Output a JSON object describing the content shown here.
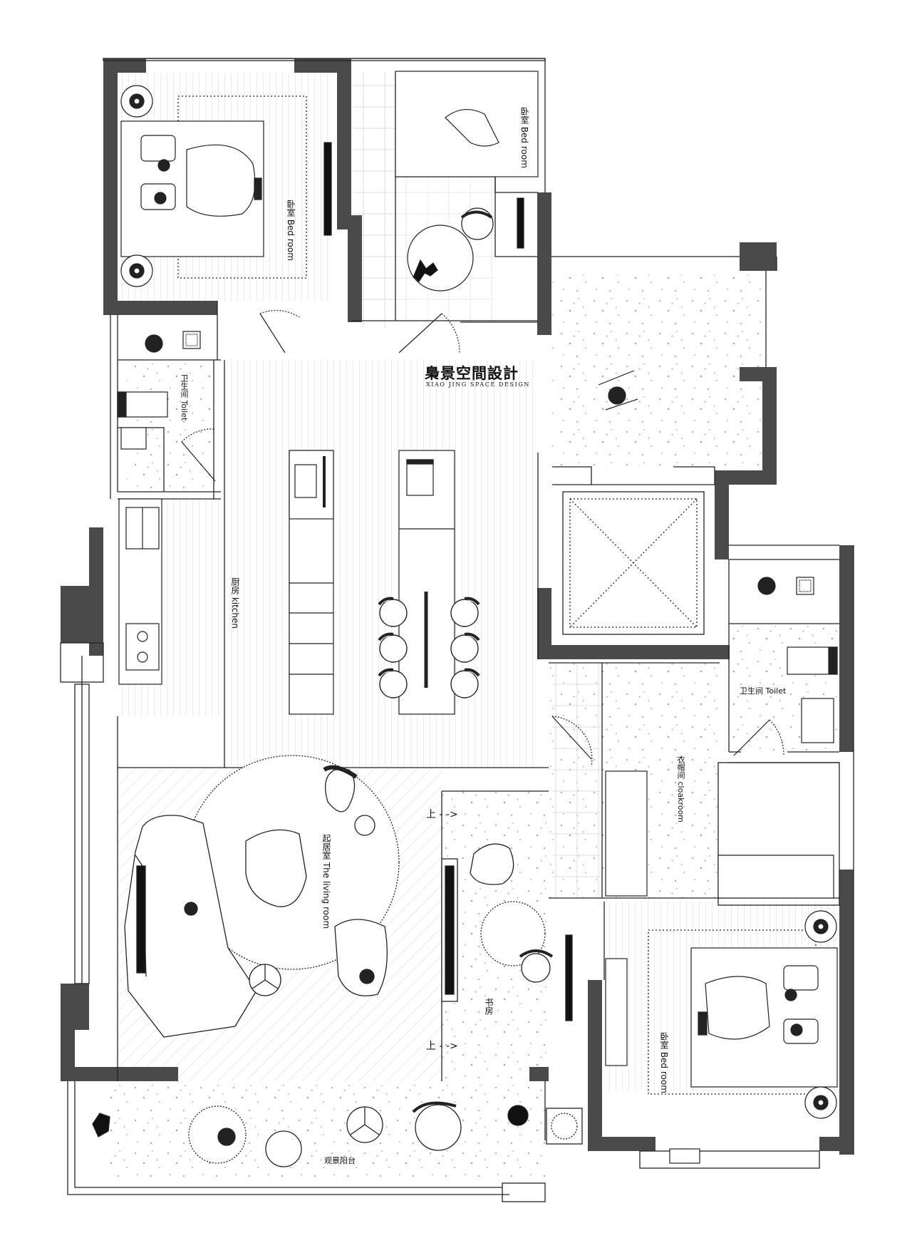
{
  "brand": {
    "name_cn": "梟景空間設計",
    "name_en": "XIAO JING SPACE DESIGN"
  },
  "rooms": {
    "master_bedroom": "卧室 Bed room",
    "north_bedroom": "卧室 Bed room",
    "toilet_west": "卫生间 Toilet",
    "kitchen": "厨房 kitchen",
    "toilet_east": "卫生间 Toilet",
    "cloakroom": "衣帽间 cloakroom",
    "living_room": "起居室 The living room",
    "study": "书房",
    "southeast_bedroom": "卧室 Bed room",
    "balcony": "观景阳台"
  },
  "markers": {
    "up_1": "上",
    "up_2": "上"
  },
  "colors": {
    "wall": "#4a4a4a",
    "line": "#222222",
    "floor_stripe": "#dcdcdc",
    "terrazzo_dot": "#9a9a9a"
  }
}
